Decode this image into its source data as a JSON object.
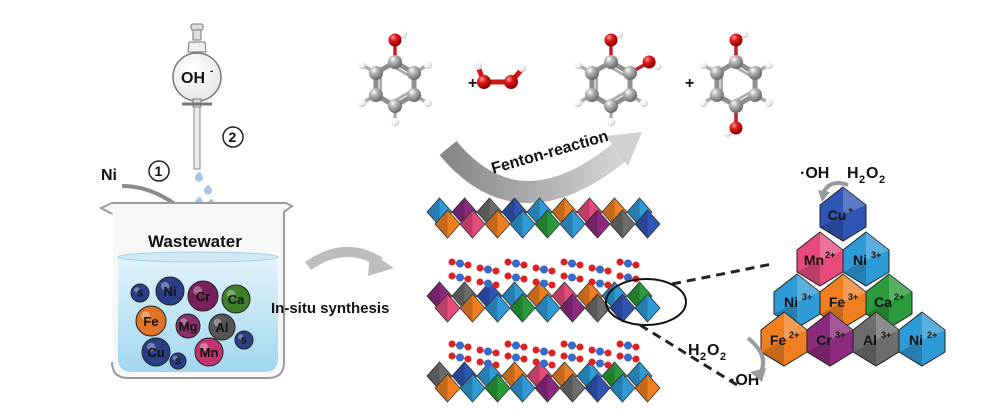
{
  "funnel": {
    "label": "OH",
    "label_sup": "-",
    "step": "2"
  },
  "ni_input": {
    "label": "Ni",
    "step": "1"
  },
  "beaker": {
    "title": "Wastewater"
  },
  "ions": [
    {
      "text": "S",
      "color": "#2c3f86"
    },
    {
      "text": "Ni",
      "color": "#2c3f86"
    },
    {
      "text": "Cr",
      "color": "#7a1f5c"
    },
    {
      "text": "Ca",
      "color": "#3f7f2a"
    },
    {
      "text": "Fe",
      "color": "#e07428"
    },
    {
      "text": "Mg",
      "color": "#8a2f6b"
    },
    {
      "text": "Al",
      "color": "#555555"
    },
    {
      "text": "Cu",
      "color": "#2c3f86"
    },
    {
      "text": "S",
      "color": "#2c3f86"
    },
    {
      "text": "Mn",
      "color": "#c2346b"
    },
    {
      "text": "S",
      "color": "#2c3f86"
    }
  ],
  "synthesis_label": "In-situ synthesis",
  "reaction": {
    "label": "Fenton-reaction",
    "plus1": "+",
    "plus2": "+"
  },
  "pyramid": {
    "top": {
      "text": "Cu",
      "sup": "+",
      "color": "#2f55b5"
    },
    "row2": [
      {
        "text": "Mn",
        "sup": "2+",
        "color": "#e64b7c"
      },
      {
        "text": "Ni",
        "sup": "3+",
        "color": "#2e9ad6"
      }
    ],
    "row3": [
      {
        "text": "Ni",
        "sup": "3+",
        "color": "#2e9ad6"
      },
      {
        "text": "Fe",
        "sup": "3+",
        "color": "#f07f22"
      },
      {
        "text": "Ca",
        "sup": "2+",
        "color": "#2a9a3a"
      }
    ],
    "row4": [
      {
        "text": "Fe",
        "sup": "2+",
        "color": "#f07f22"
      },
      {
        "text": "Cr",
        "sup": "3+",
        "color": "#8b2a7e"
      },
      {
        "text": "Al",
        "sup": "3+",
        "color": "#6d6d6d"
      },
      {
        "text": "Ni",
        "sup": "2+",
        "color": "#2e9ad6"
      }
    ]
  },
  "top_species": {
    "oh": "·OH",
    "h2o2_main": "H",
    "h2o2_sub1": "2",
    "h2o2_o": "O",
    "h2o2_sub2": "2"
  },
  "bottom_species": {
    "oh": "·OH",
    "h2o2_main": "H",
    "h2o2_sub1": "2",
    "h2o2_o": "O",
    "h2o2_sub2": "2"
  }
}
